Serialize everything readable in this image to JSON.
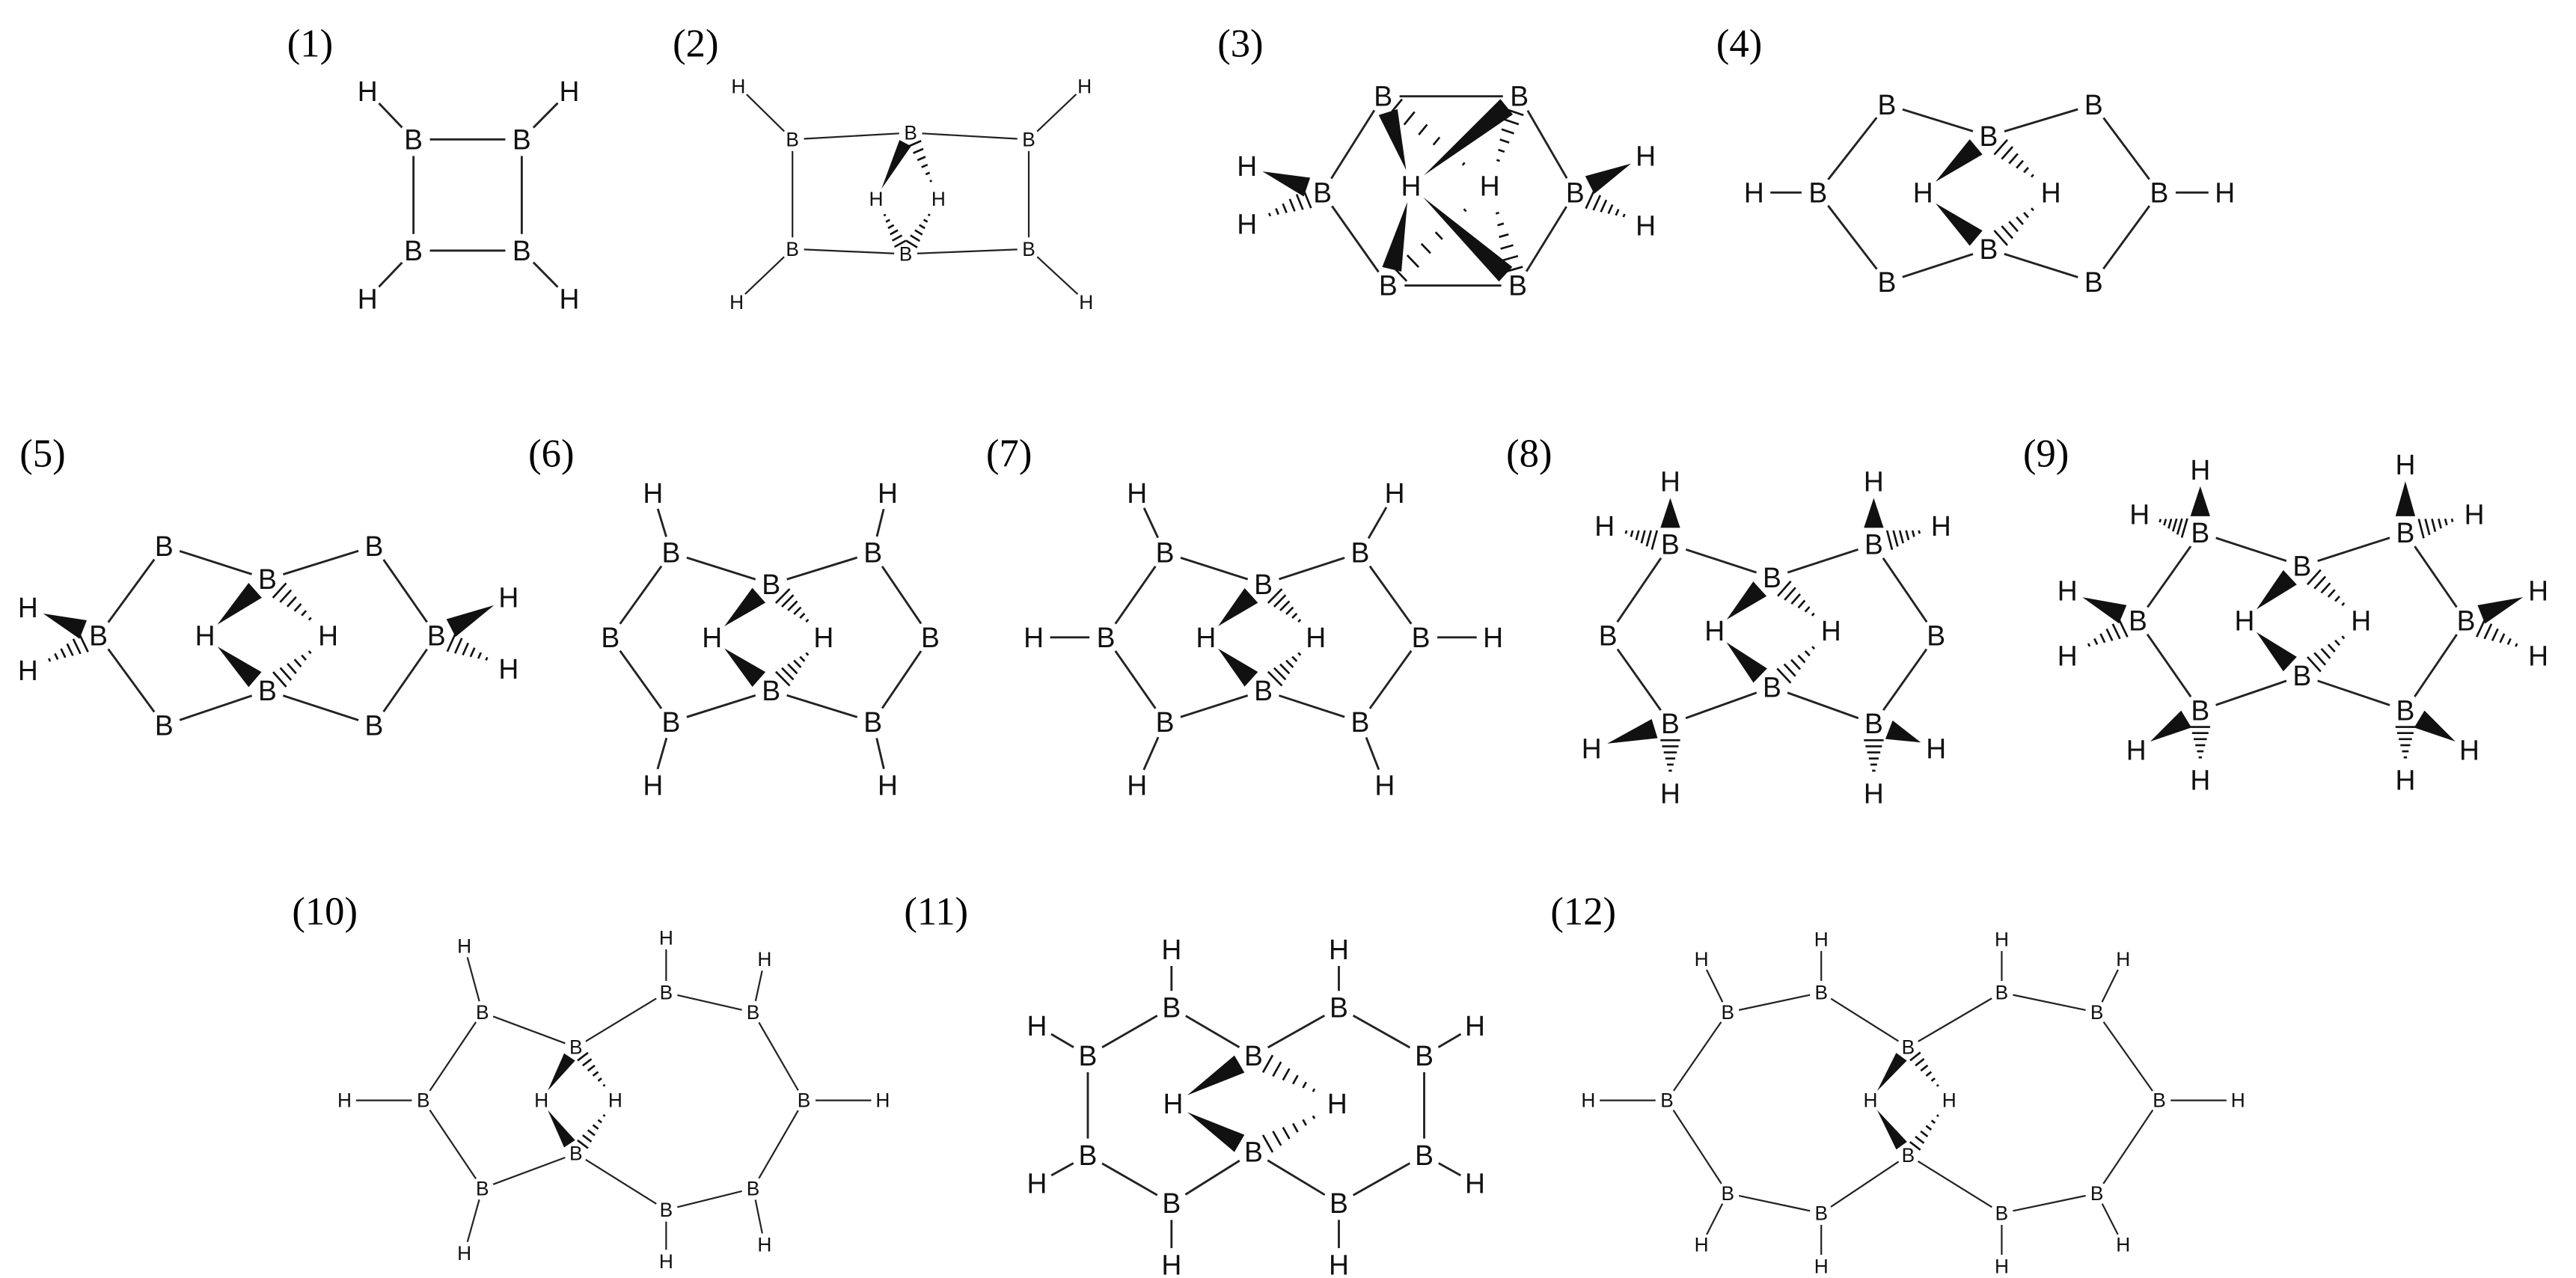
{
  "figure": {
    "labels": [
      "(1)",
      "(2)",
      "(3)",
      "(4)",
      "(5)",
      "(6)",
      "(7)",
      "(8)",
      "(9)",
      "(10)",
      "(11)",
      "(12)"
    ],
    "atoms": {
      "boron": "B",
      "hydrogen": "H"
    }
  }
}
